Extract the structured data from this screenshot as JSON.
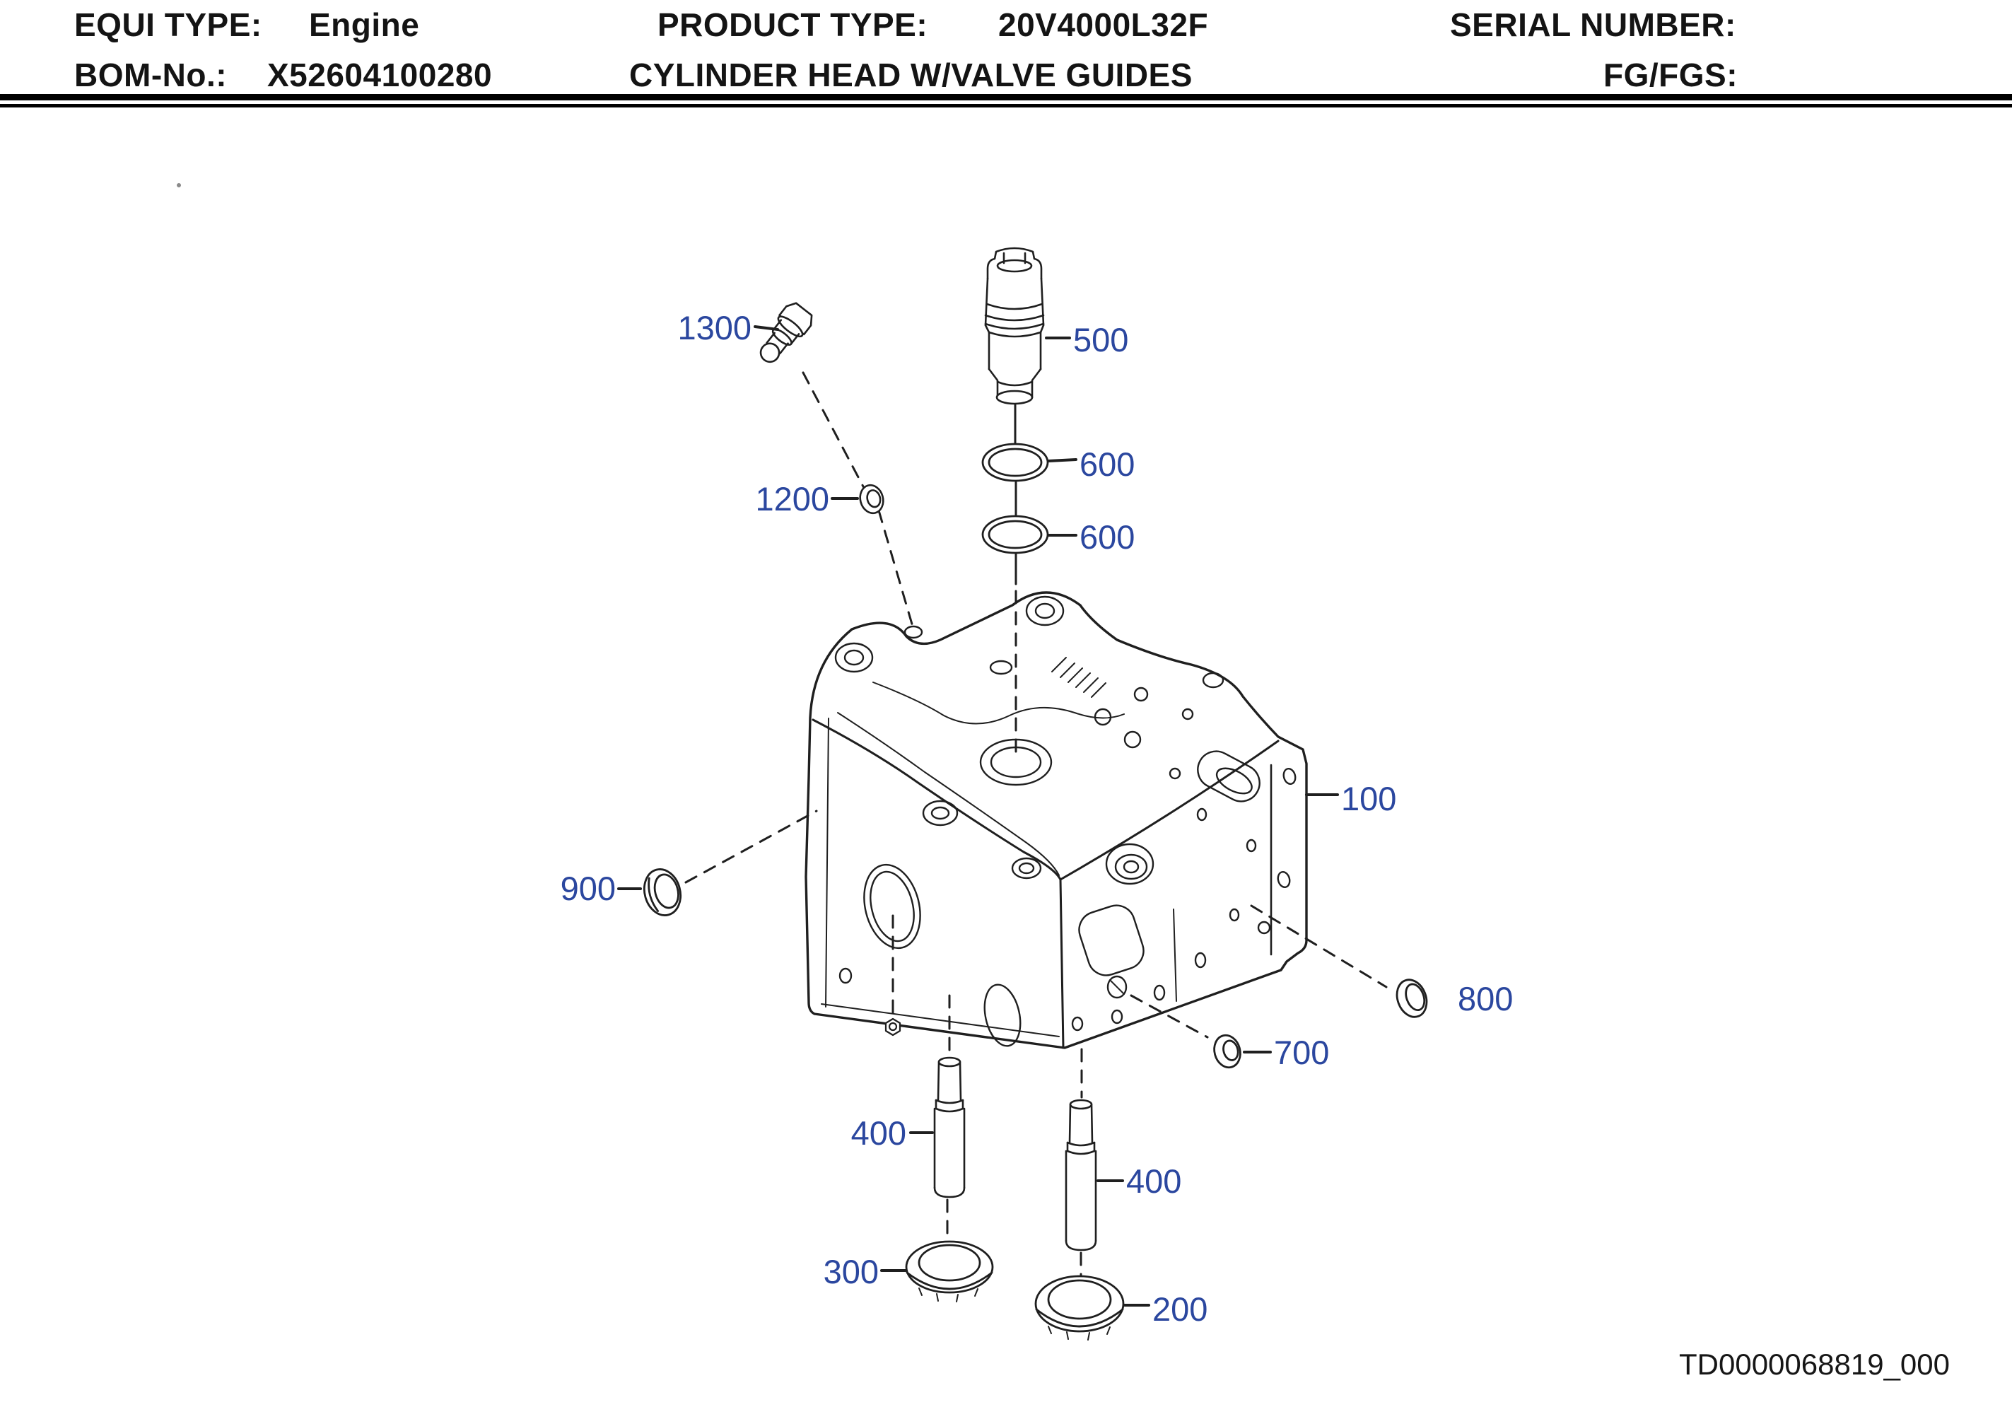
{
  "colors": {
    "callout_blue": "#2b479f",
    "line": "#1f1f1f",
    "background": "#ffffff"
  },
  "header": {
    "equi_type_label": "EQUI TYPE:",
    "equi_type_value": "Engine",
    "product_type_label": "PRODUCT TYPE:",
    "product_type_value": "20V4000L32F",
    "serial_number_label": "SERIAL NUMBER:",
    "bom_label": "BOM-No.:",
    "bom_value": "X52604100280",
    "product_name": "CYLINDER HEAD W/VALVE GUIDES",
    "fg_label": "FG/FGS:"
  },
  "diagram": {
    "drawing_number": "TD0000068819_000",
    "callouts": [
      {
        "label": "1300"
      },
      {
        "label": "1200"
      },
      {
        "label": "500"
      },
      {
        "label": "600"
      },
      {
        "label": "600"
      },
      {
        "label": "100"
      },
      {
        "label": "900"
      },
      {
        "label": "800"
      },
      {
        "label": "700"
      },
      {
        "label": "400"
      },
      {
        "label": "400"
      },
      {
        "label": "300"
      },
      {
        "label": "200"
      }
    ]
  }
}
